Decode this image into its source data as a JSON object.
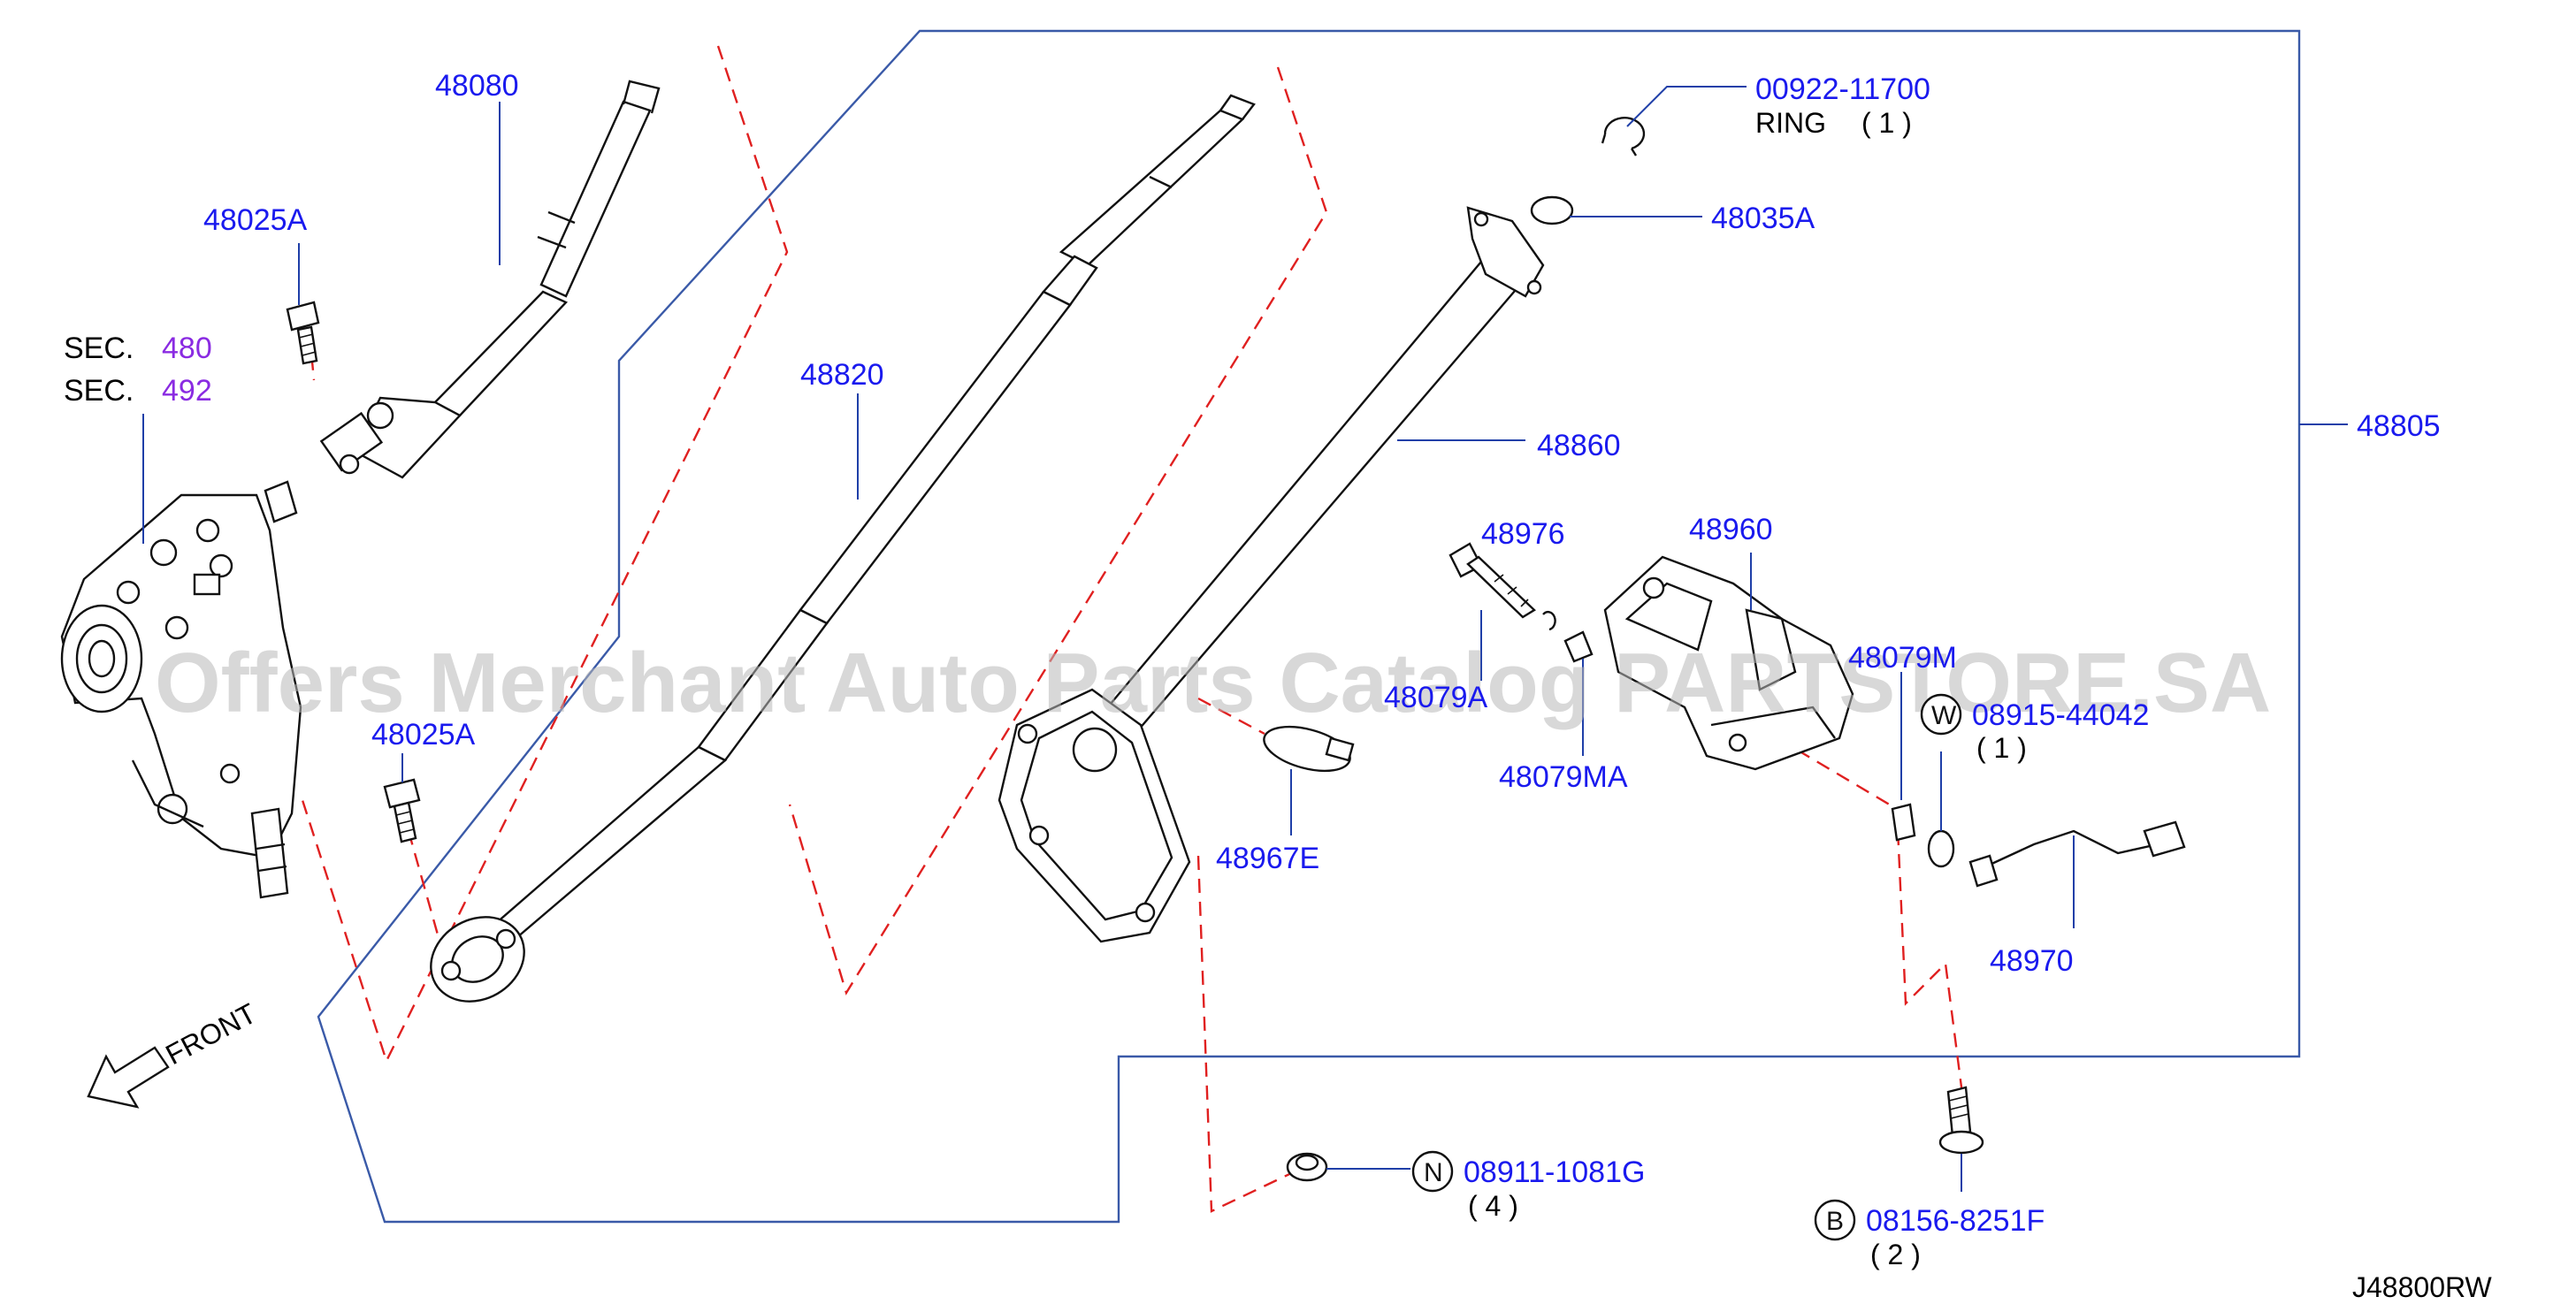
{
  "diagram": {
    "code": "J48800RW",
    "watermark": "Offers Merchant Auto Parts Catalog PARTSTORE.SA",
    "front_label": "FRONT",
    "sections": [
      {
        "prefix": "SEC.",
        "number": "480"
      },
      {
        "prefix": "SEC.",
        "number": "492"
      }
    ],
    "parts": {
      "p48080": "48080",
      "p48025A_top": "48025A",
      "p48025A_bottom": "48025A",
      "p48820": "48820",
      "p48860": "48860",
      "p48805": "48805",
      "p00922": "00922-11700",
      "ring_label": "RING",
      "ring_qty": "( 1 )",
      "p48035A": "48035A",
      "p48976": "48976",
      "p48960": "48960",
      "p48079A_partial": "48079A",
      "p48079M_partial": "48079M",
      "p48079MA": "48079MA",
      "p48967E": "48967E",
      "p48970": "48970",
      "w_letter": "W",
      "p08915": "08915-44042",
      "w_qty": "( 1 )",
      "n_letter": "N",
      "p08911": "08911-1081G",
      "n_qty": "( 4 )",
      "b_letter": "B",
      "p08156": "08156-8251F",
      "b_qty": "( 2 )"
    }
  }
}
